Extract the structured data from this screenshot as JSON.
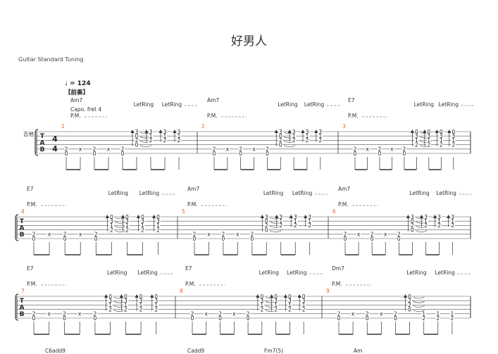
{
  "score": {
    "title": "好男人",
    "tuning": "Guitar Standard Tuning",
    "tempo_value": "= 124",
    "section": "【前奏】",
    "capo": "Capo. fret 4",
    "instrument": "吉他",
    "tab_letters": [
      "T",
      "A",
      "B"
    ],
    "time_sig": [
      "4",
      "4"
    ],
    "pm": "P.M.",
    "letring": "LetRing"
  },
  "systems": [
    {
      "measures": [
        {
          "number": "1",
          "chord": "Am7",
          "notes": [
            [
              "2",
              "0"
            ],
            [
              "x"
            ],
            [
              "2",
              "0"
            ],
            [
              "x"
            ],
            [
              "2",
              "0"
            ],
            [
              "3",
              "0",
              "2",
              "0"
            ],
            [
              "3",
              "1",
              "2"
            ],
            [
              "3",
              "1",
              "2"
            ],
            [
              "3",
              "1",
              "2"
            ]
          ]
        },
        {
          "number": "2",
          "chord": "Am7",
          "notes": [
            [
              "2",
              "0"
            ],
            [
              "x"
            ],
            [
              "2",
              "0"
            ],
            [
              "x"
            ],
            [
              "2",
              "0"
            ],
            [
              "3",
              "0",
              "2",
              "0"
            ],
            [
              "3",
              "1",
              "2"
            ],
            [
              "3",
              "1",
              "2"
            ],
            [
              "3",
              "1",
              "2"
            ]
          ]
        },
        {
          "number": "3",
          "chord": "E7",
          "notes": [
            [
              "2",
              "0"
            ],
            [
              "x"
            ],
            [
              "2",
              "0"
            ],
            [
              "x"
            ],
            [
              "2",
              "0"
            ],
            [
              "0",
              "3",
              "1",
              "2"
            ],
            [
              "0",
              "3",
              "1",
              "2"
            ],
            [
              "0",
              "3",
              "1",
              "2"
            ],
            [
              "0",
              "3",
              "1",
              "2"
            ]
          ]
        }
      ]
    },
    {
      "measures": [
        {
          "number": "4",
          "chord": "E7",
          "notes": [
            [
              "2",
              "0"
            ],
            [
              "x"
            ],
            [
              "2",
              "0"
            ],
            [
              "x"
            ],
            [
              "2",
              "0"
            ],
            [
              "0",
              "3",
              "1",
              "2"
            ],
            [
              "0",
              "3",
              "1",
              "2"
            ],
            [
              "0",
              "3",
              "1",
              "2"
            ],
            [
              "0",
              "3",
              "1",
              "2"
            ]
          ]
        },
        {
          "number": "5",
          "chord": "Am7",
          "notes": [
            [
              "2",
              "0"
            ],
            [
              "x"
            ],
            [
              "2",
              "0"
            ],
            [
              "x"
            ],
            [
              "2",
              "0"
            ],
            [
              "3",
              "0",
              "2",
              "0"
            ],
            [
              "3",
              "1",
              "2"
            ],
            [
              "3",
              "1",
              "2"
            ],
            [
              "3",
              "1",
              "2"
            ]
          ]
        },
        {
          "number": "6",
          "chord": "Am7",
          "notes": [
            [
              "2",
              "0"
            ],
            [
              "x"
            ],
            [
              "2",
              "0"
            ],
            [
              "x"
            ],
            [
              "2",
              "0"
            ],
            [
              "3",
              "0",
              "2",
              "0"
            ],
            [
              "3",
              "1",
              "2"
            ],
            [
              "3",
              "1",
              "2"
            ],
            [
              "3",
              "1",
              "2"
            ]
          ]
        }
      ]
    },
    {
      "measures": [
        {
          "number": "7",
          "chord": "E7",
          "notes": [
            [
              "2",
              "0"
            ],
            [
              "x"
            ],
            [
              "2",
              "0"
            ],
            [
              "x"
            ],
            [
              "2",
              "0"
            ],
            [
              "0",
              "3",
              "1",
              "2"
            ],
            [
              "0",
              "3",
              "1",
              "2"
            ],
            [
              "0",
              "3",
              "1",
              "2"
            ],
            [
              "0",
              "3",
              "1",
              "2"
            ]
          ]
        },
        {
          "number": "8",
          "chord": "E7",
          "notes": [
            [
              "2",
              "0"
            ],
            [
              "x"
            ],
            [
              "2",
              "0"
            ],
            [
              "x"
            ],
            [
              "2",
              "0"
            ],
            [
              "0",
              "3",
              "1",
              "2"
            ],
            [
              "0",
              "3",
              "1",
              "2"
            ],
            [
              "0",
              "3",
              "1",
              "2"
            ],
            [
              "0",
              "3",
              "1",
              "2"
            ]
          ]
        },
        {
          "number": "9",
          "chord": "Dm7",
          "notes": [
            [
              "2",
              "0"
            ],
            [
              "x"
            ],
            [
              "2",
              "0"
            ],
            [
              "x"
            ],
            [
              "2",
              "0"
            ],
            [
              "0",
              "2",
              "2",
              "0"
            ],
            [
              "1",
              "2"
            ],
            [
              "1",
              "2"
            ],
            [
              "1",
              "2"
            ]
          ]
        }
      ]
    }
  ],
  "next_chords": [
    "C6add9",
    "Cadd9",
    "Fm7(5)",
    "Am"
  ]
}
